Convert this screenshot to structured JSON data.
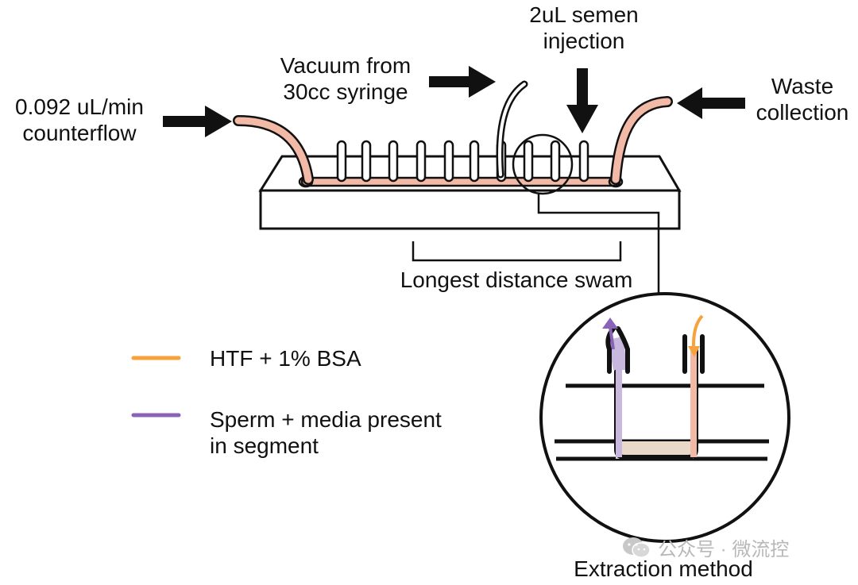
{
  "labels": {
    "counterflow_line1": "0.092 uL/min",
    "counterflow_line2": "counterflow",
    "vacuum_line1": "Vacuum from",
    "vacuum_line2": "30cc syringe",
    "injection_line1": "2uL semen",
    "injection_line2": "injection",
    "waste_line1": "Waste",
    "waste_line2": "collection",
    "distance": "Longest distance swam",
    "extraction": "Extraction method"
  },
  "legend": [
    {
      "text": "HTF + 1% BSA",
      "color": "#f7a23b"
    },
    {
      "text_line1": "Sperm + media present",
      "text_line2": "in segment",
      "color": "#8a63b8"
    }
  ],
  "colors": {
    "tube_fill": "#f2b9a6",
    "media_purple": "#c9b8de",
    "ink": "#111111",
    "watermark": "#b8b8b8"
  },
  "watermark": {
    "text": "公众号 · 微流控",
    "icon": "wechat-icon"
  }
}
